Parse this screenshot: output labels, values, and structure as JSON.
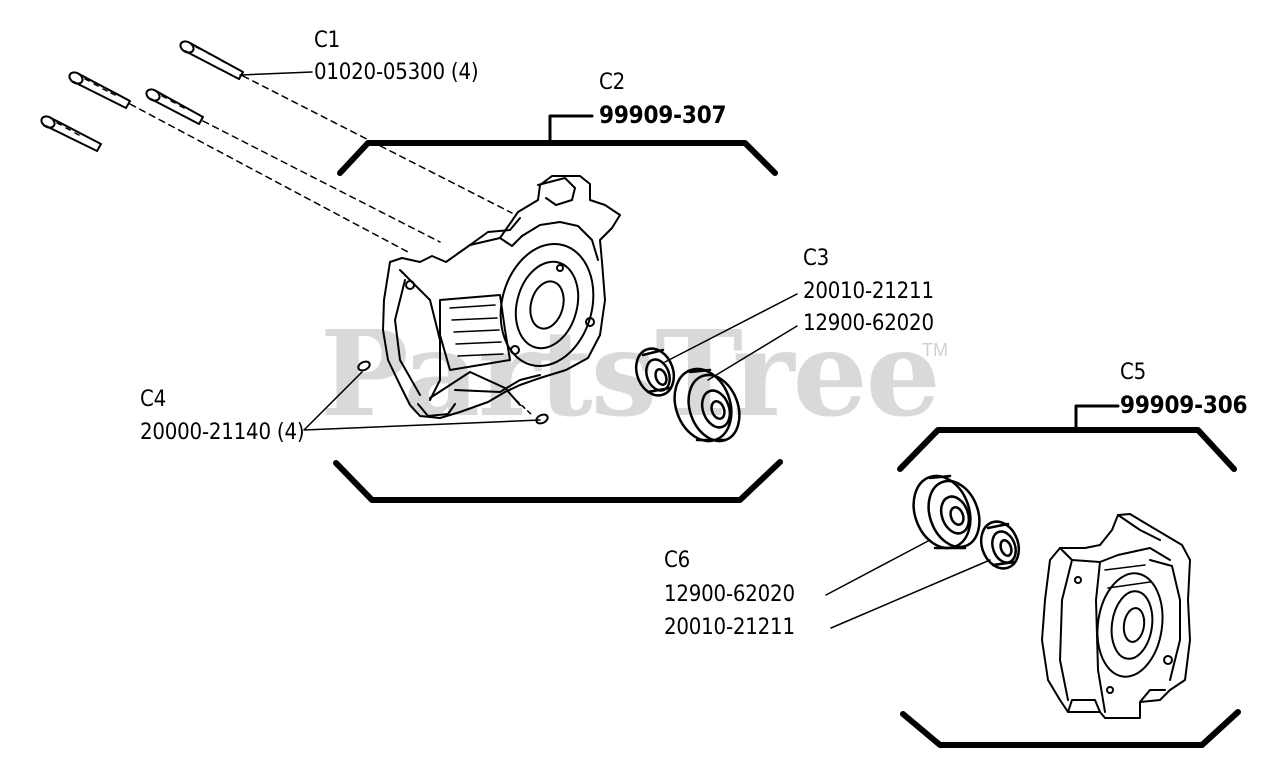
{
  "watermark": {
    "text": "PartsTree",
    "tm": "TM"
  },
  "callouts": {
    "c1": {
      "ref": "C1",
      "part": "01020-05300 (4)"
    },
    "c2": {
      "ref": "C2",
      "part": "99909-307"
    },
    "c3": {
      "ref": "C3",
      "part_a": "20010-21211",
      "part_b": "12900-62020"
    },
    "c4": {
      "ref": "C4",
      "part": "20000-21140 (4)"
    },
    "c5": {
      "ref": "C5",
      "part": "99909-306"
    },
    "c6": {
      "ref": "C6",
      "part_a": "12900-62020",
      "part_b": "20010-21211"
    }
  }
}
